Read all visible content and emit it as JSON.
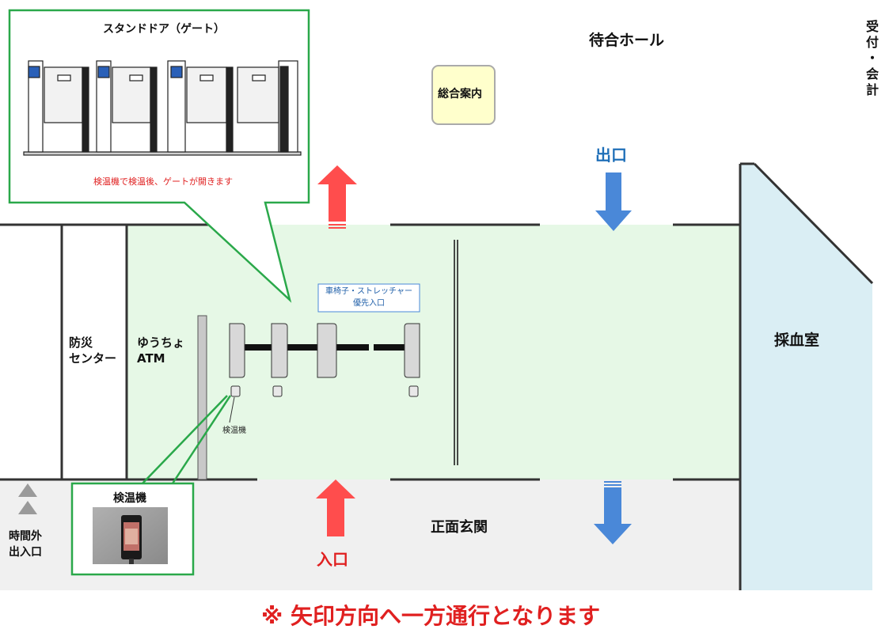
{
  "labels": {
    "waiting_hall": "待合ホール",
    "reception": [
      "受",
      "付",
      "・",
      "会",
      "計"
    ],
    "info_desk": "総合案内",
    "exit": "出口",
    "entrance": "入口",
    "blood_room": "採血室",
    "disaster_center": [
      "防災",
      "センター"
    ],
    "atm": [
      "ゆうちょ",
      "ATM"
    ],
    "front_entrance": "正面玄関",
    "after_hours": [
      "時間外",
      "出入口"
    ],
    "wheelchair": [
      "車椅子・ストレッチャー",
      "優先入口"
    ],
    "thermometer_small": "検温機",
    "callout_gate_title": "スタンドドア（ゲート）",
    "callout_gate_note": "検温機で検温後、ゲートが開きます",
    "callout_thermo_title": "検温機",
    "footer_note": "※ 矢印方向へ一方通行となります"
  },
  "colors": {
    "green_area": "#e6f8e6",
    "grey_area": "#f0f0f0",
    "blue_room": "#daeef4",
    "callout_border": "#2aa84a",
    "red_arrow": "#ff4d4d",
    "blue_arrow": "#4a88d8",
    "exit_text": "#1f6fb8",
    "red_text": "#e02020"
  }
}
